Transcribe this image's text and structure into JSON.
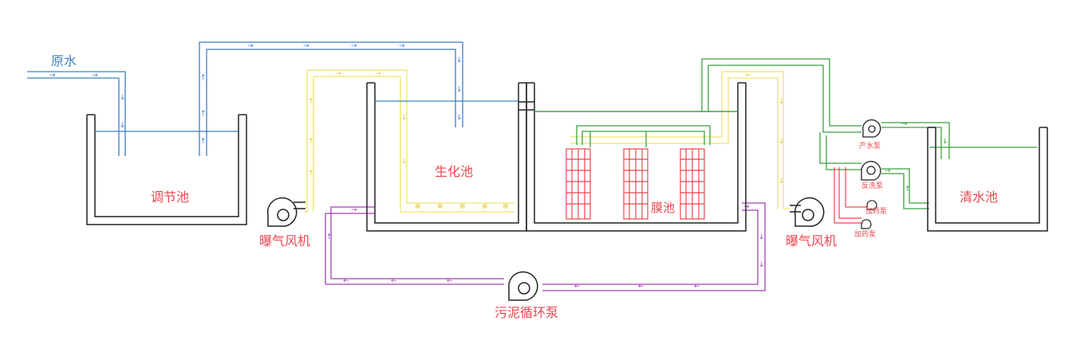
{
  "labels": {
    "raw_water": "原水",
    "equalization_tank": "调节池",
    "bio_tank": "生化池",
    "membrane_tank": "膜池",
    "clean_water_tank": "清水池",
    "blower_left": "曝气风机",
    "blower_right": "曝气风机",
    "sludge_pump": "污泥循环泵",
    "product_pump": "产水泵",
    "backwash_pump": "反洗泵",
    "dosing_pump_1": "加药泵",
    "dosing_pump_2": "加药泵"
  },
  "colors": {
    "tank_wall": "#222222",
    "water_line": "#3d7fc4",
    "air_line": "#f0e36a",
    "sludge_line": "#a042b4",
    "product_line": "#3aa142",
    "chem_line": "#e8474f",
    "label_red": "#e8474f",
    "label_blue": "#3d7fc4"
  }
}
